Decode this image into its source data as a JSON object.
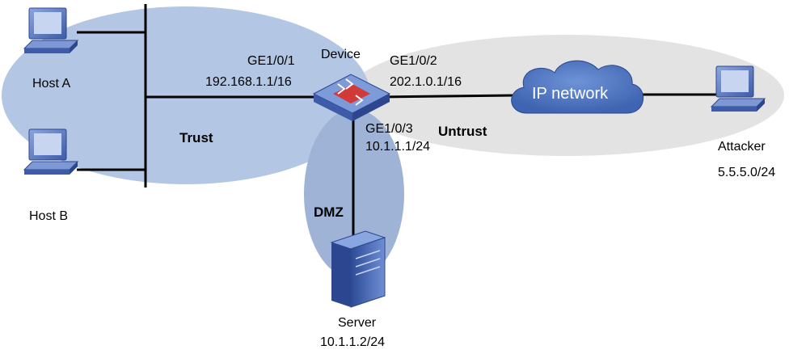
{
  "zones": {
    "trust": "Trust",
    "untrust": "Untrust",
    "dmz": "DMZ"
  },
  "device": {
    "name": "Device",
    "ge1": {
      "port": "GE1/0/1",
      "ip": "192.168.1.1/16"
    },
    "ge2": {
      "port": "GE1/0/2",
      "ip": "202.1.0.1/16"
    },
    "ge3": {
      "port": "GE1/0/3",
      "ip": "10.1.1.1/24"
    }
  },
  "hosts": {
    "host_a": "Host A",
    "host_b": "Host B"
  },
  "server": {
    "name": "Server",
    "ip": "10.1.1.2/24"
  },
  "attacker": {
    "name": "Attacker",
    "ip": "5.5.5.0/24"
  },
  "cloud": {
    "label": "IP network"
  },
  "colors": {
    "trust_zone": "#b3c6e4",
    "dmz_zone": "#9eb3d6",
    "untrust_zone": "#e3e3e3",
    "cloud": "#4f76c0",
    "device": "#5a7fc4",
    "links": "#000000"
  }
}
